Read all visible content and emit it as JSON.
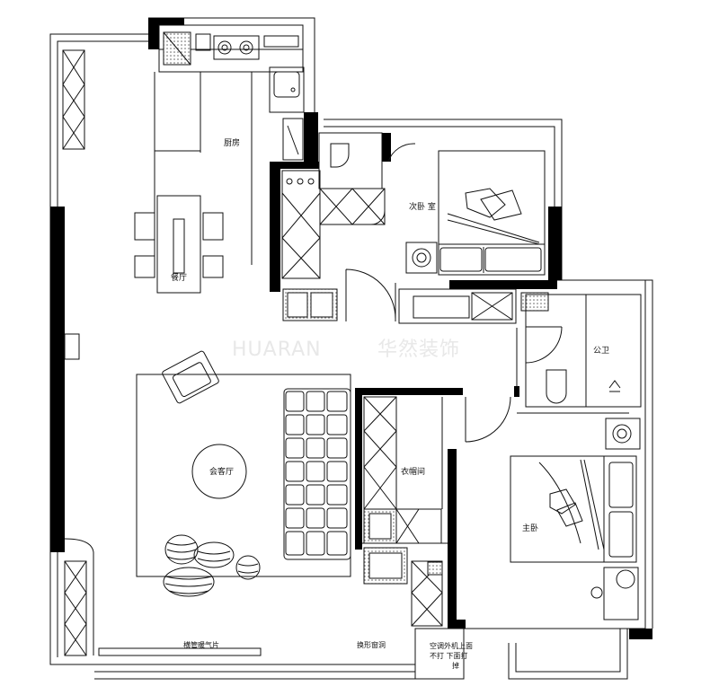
{
  "watermark": {
    "brand": "HUARAN",
    "cn": "华然装饰"
  },
  "rooms": {
    "kitchen": "厨房",
    "dining": "餐厅",
    "second_bedroom": "次卧 室",
    "public_bath": "公卫",
    "living": "会客厅",
    "closet": "衣帽间",
    "master": "主卧"
  },
  "notes": {
    "heater": "横管暖气片",
    "window_changed": "换形窗洞",
    "ac_line1": "空调外机上面",
    "ac_line2": "不打  下面打",
    "ac_line3": "掉"
  },
  "colors": {
    "wall": "#000000",
    "line": "#111111",
    "hatch": "#888888"
  }
}
